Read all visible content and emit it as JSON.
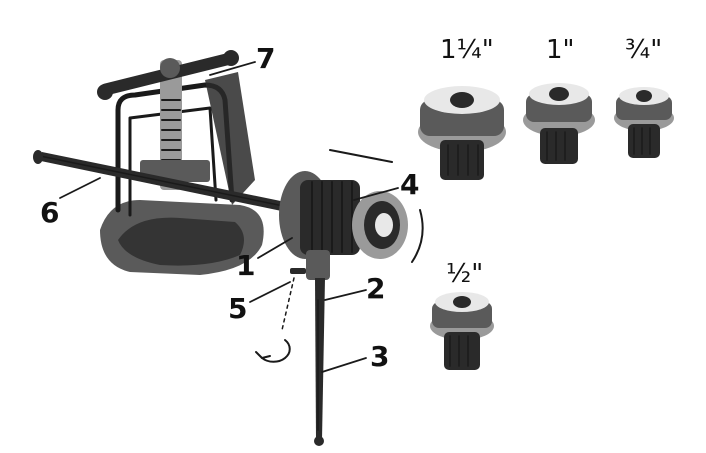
{
  "callouts": {
    "c1": "1",
    "c2": "2",
    "c3": "3",
    "c4": "4",
    "c5": "5",
    "c6": "6",
    "c7": "7"
  },
  "die_sizes": {
    "d1": "1¼\"",
    "d2": "1\"",
    "d3": "¾\"",
    "d4": "½\""
  }
}
